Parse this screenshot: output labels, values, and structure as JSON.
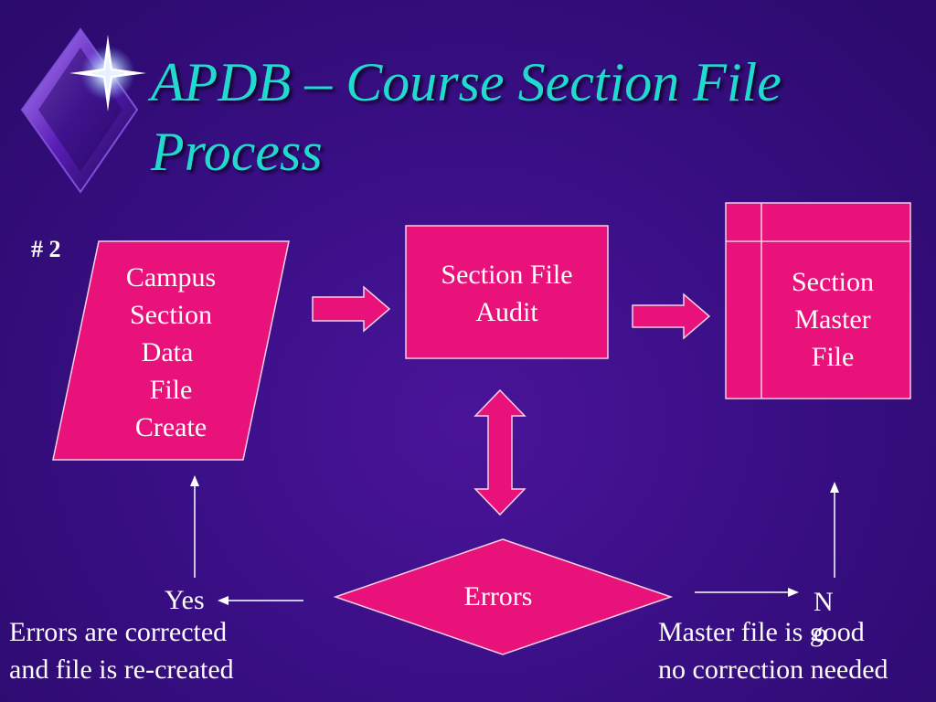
{
  "slide": {
    "title_line1": "APDB – Course Section File",
    "title_line2": "Process",
    "slide_number": "# 2",
    "colors": {
      "background": "#3a0f86",
      "shape_fill": "#e8127a",
      "shape_stroke": "#f5d0e6",
      "title_text": "#22d9d0",
      "body_text": "#ffffff"
    },
    "logo_icon": "star-diamond-icon"
  },
  "flow": {
    "campus_file": [
      "Campus",
      "Section",
      "Data",
      "File",
      "Create"
    ],
    "audit": [
      "Section File",
      "Audit"
    ],
    "master": [
      "Section",
      "Master",
      "File"
    ],
    "errors": "Errors",
    "yes": "Yes",
    "no_letter1": "N",
    "no_letter2": "o",
    "yes_caption": [
      "Errors are corrected",
      "and file is re-created"
    ],
    "no_caption": [
      "Master file is good",
      "no correction needed"
    ]
  }
}
